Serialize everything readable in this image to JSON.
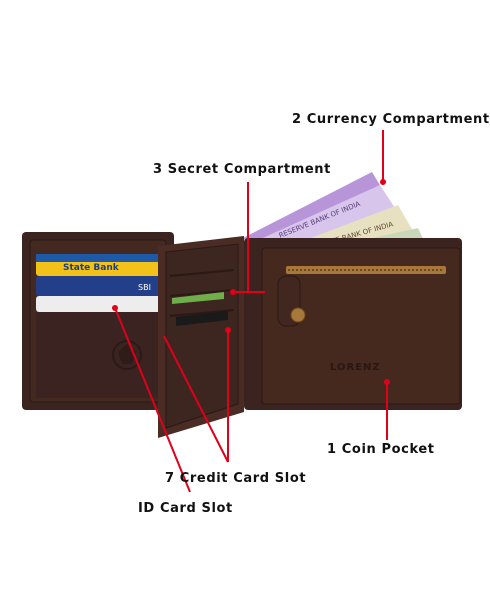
{
  "callouts": {
    "currency": "2 Currency Compartment",
    "secret": "3 Secret Compartment",
    "coin": "1 Coin Pocket",
    "credit": "7 Credit Card Slot",
    "id_card": "ID Card Slot"
  },
  "product": {
    "brand": "LORENZ"
  },
  "cards": {
    "top": "State Bank",
    "second": "SBI"
  },
  "notes": {
    "issuer": "RESERVE BANK OF INDIA"
  },
  "colors": {
    "leather": "#3b2420",
    "leather_light": "#4e302a",
    "callout_line": "#e0001a",
    "zipper": "#a8783a"
  }
}
